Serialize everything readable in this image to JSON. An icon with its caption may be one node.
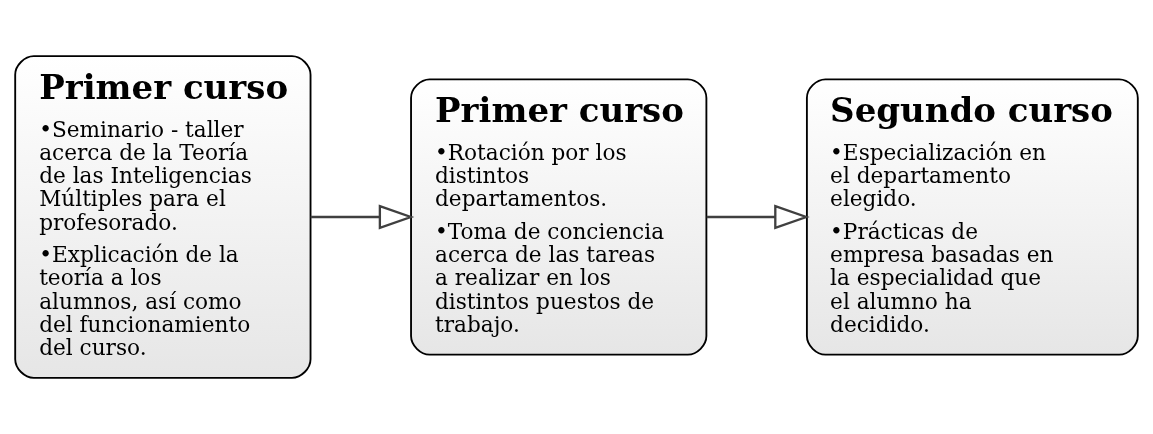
{
  "diagram": {
    "nodes": [
      {
        "text": [
          "Primer curso",
          "•Seminario - taller acerca de la Teoría de las Inteligencias Múltiples para el profesorado.",
          "•Explicación de la teoría a los alumnos, así como del funcionamiento del curso."
        ]
      },
      {
        "text": [
          "Primer curso",
          "•Rotación por los distintos departamentos.",
          "•Toma de conciencia acerca de las tareas a realizar en los distintos puestos de trabajo."
        ]
      },
      {
        "text": [
          "Segundo curso",
          "•Especialización en el departamento elegido.",
          "•Prácticas de empresa basadas en la especialidad que el alumno ha decidido."
        ]
      }
    ],
    "edges": [
      {
        "from": 0,
        "to": 1,
        "arrow": "to"
      },
      {
        "from": 1,
        "to": 2,
        "arrow": "to"
      }
    ]
  }
}
